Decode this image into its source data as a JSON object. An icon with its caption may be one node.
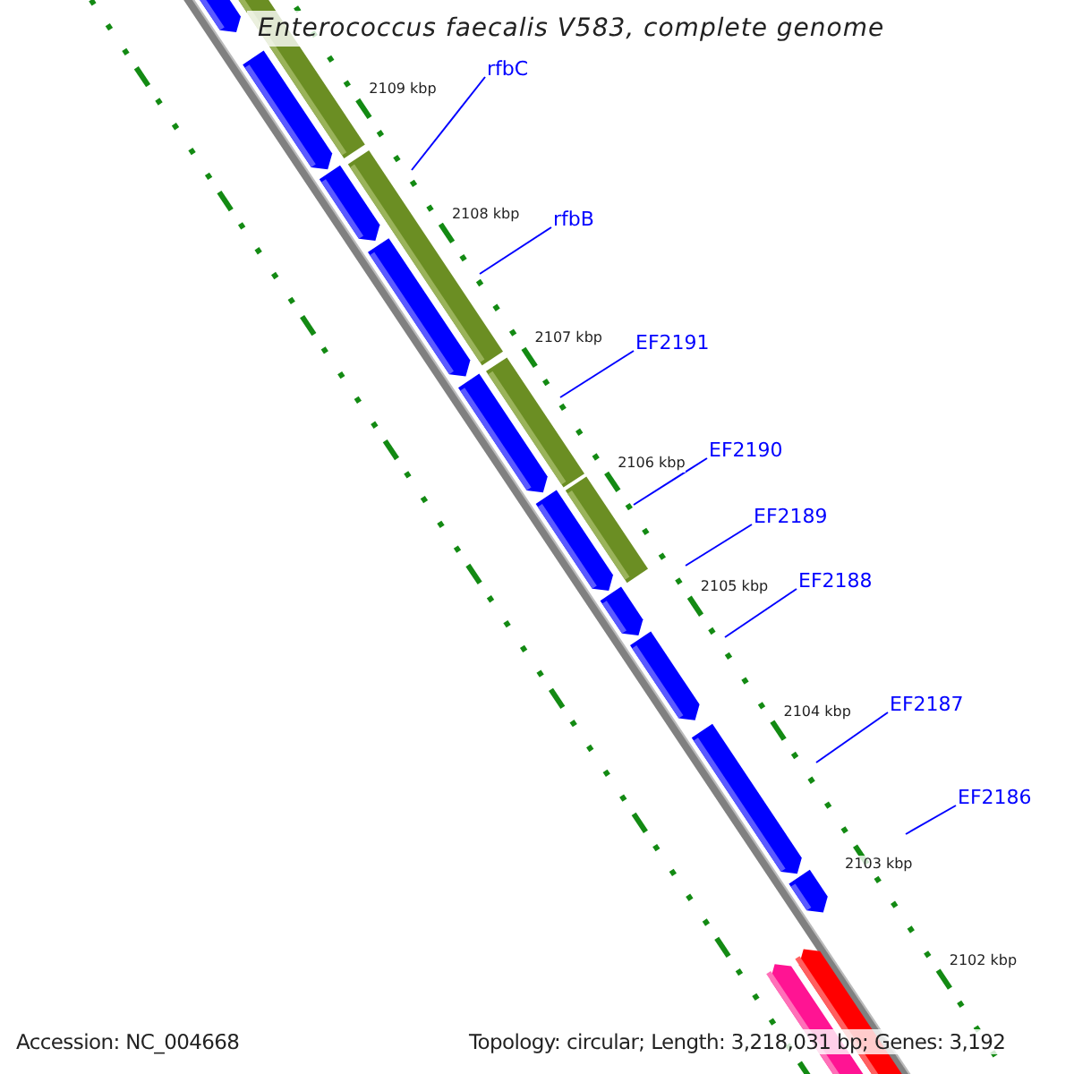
{
  "diagram": {
    "title": "Enterococcus faecalis V583, complete genome",
    "nodes": [
      {
        "text": [
          "rfbC"
        ]
      },
      {
        "text": [
          "rfbB"
        ]
      },
      {
        "text": [
          "EF2191"
        ]
      },
      {
        "text": [
          "EF2190"
        ]
      },
      {
        "text": [
          "EF2189"
        ]
      },
      {
        "text": [
          "EF2188"
        ]
      },
      {
        "text": [
          "EF2187"
        ]
      },
      {
        "text": [
          "EF2186"
        ]
      }
    ],
    "edges": [
      {
        "from": 0,
        "to": null,
        "arrow": "none"
      },
      {
        "from": 1,
        "to": null,
        "arrow": "none"
      },
      {
        "from": 2,
        "to": null,
        "arrow": "none"
      },
      {
        "from": 3,
        "to": null,
        "arrow": "none"
      },
      {
        "from": 4,
        "to": null,
        "arrow": "none"
      },
      {
        "from": 5,
        "to": null,
        "arrow": "none"
      },
      {
        "from": 6,
        "to": null,
        "arrow": "none"
      },
      {
        "from": 7,
        "to": null,
        "arrow": "none"
      }
    ],
    "labels": [
      "2109 kbp",
      "2108 kbp",
      "2107 kbp",
      "2106 kbp",
      "2105 kbp",
      "2104 kbp",
      "2103 kbp",
      "2102 kbp",
      "Accession: NC_004668",
      "Topology: circular; Length: 3,218,031 bp; Genes: 3,192"
    ]
  }
}
